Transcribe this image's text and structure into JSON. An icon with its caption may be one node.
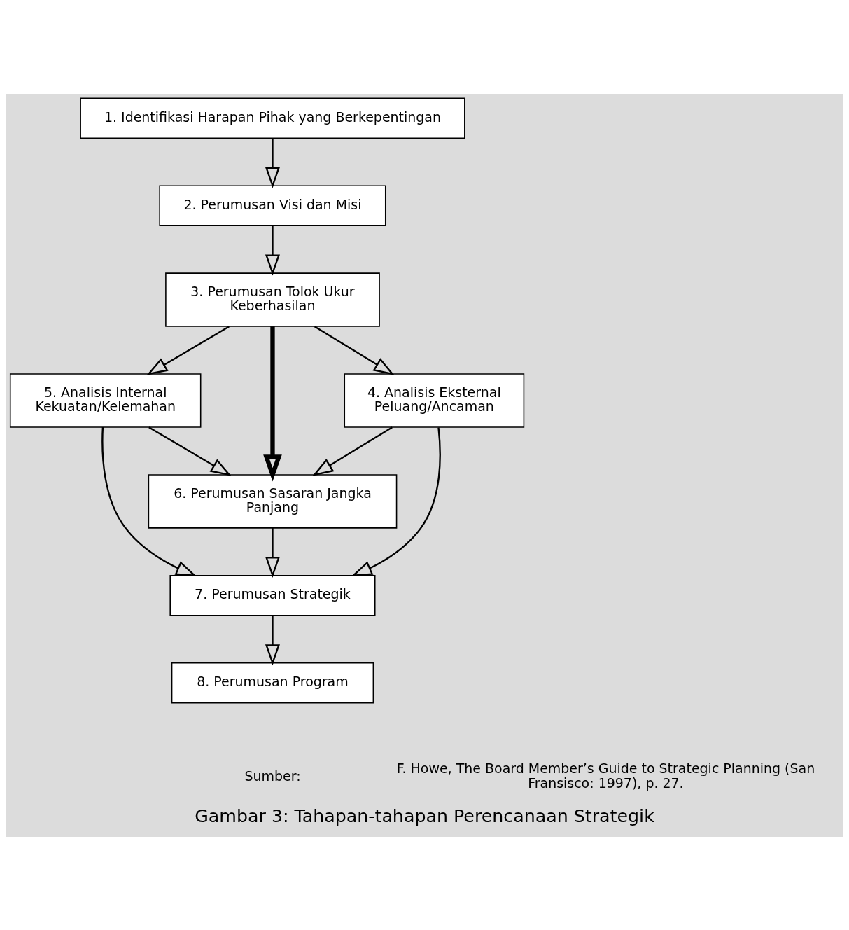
{
  "diagram": {
    "caption": "Gambar 3: Tahapan-tahapan Perencanaan Strategik",
    "nodes": [
      {
        "text": [
          "1. Identifikasi Harapan Pihak yang Berkepentingan"
        ]
      },
      {
        "text": [
          "2. Perumusan Visi dan Misi"
        ]
      },
      {
        "text": [
          "3. Perumusan Tolok Ukur Keberhasilan"
        ]
      },
      {
        "text": [
          "5. Analisis Internal Kekuatan/Kelemahan"
        ]
      },
      {
        "text": [
          "4. Analisis Eksternal Peluang/Ancaman"
        ]
      },
      {
        "text": [
          "6. Perumusan Sasaran Jangka Panjang"
        ]
      },
      {
        "text": [
          "7. Perumusan Strategik"
        ]
      },
      {
        "text": [
          "8. Perumusan Program"
        ]
      }
    ],
    "edges": [
      {
        "from": 0,
        "to": 1,
        "arrow": "to"
      },
      {
        "from": 1,
        "to": 2,
        "arrow": "to"
      },
      {
        "from": 2,
        "to": 3,
        "arrow": "to"
      },
      {
        "from": 2,
        "to": 4,
        "arrow": "to"
      },
      {
        "from": 2,
        "to": 5,
        "arrow": "to",
        "style": "thick"
      },
      {
        "from": 3,
        "to": 5,
        "arrow": "to"
      },
      {
        "from": 3,
        "to": 6,
        "arrow": "to"
      },
      {
        "from": 4,
        "to": 5,
        "arrow": "to"
      },
      {
        "from": 4,
        "to": 6,
        "arrow": "to"
      },
      {
        "from": 5,
        "to": 6,
        "arrow": "to"
      },
      {
        "from": 6,
        "to": 7,
        "arrow": "to"
      }
    ],
    "labels": [
      "Sumber:",
      "F. Howe, The Board Member’s Guide to Strategic Planning (San Fransisco: 1997), p. 27."
    ]
  }
}
